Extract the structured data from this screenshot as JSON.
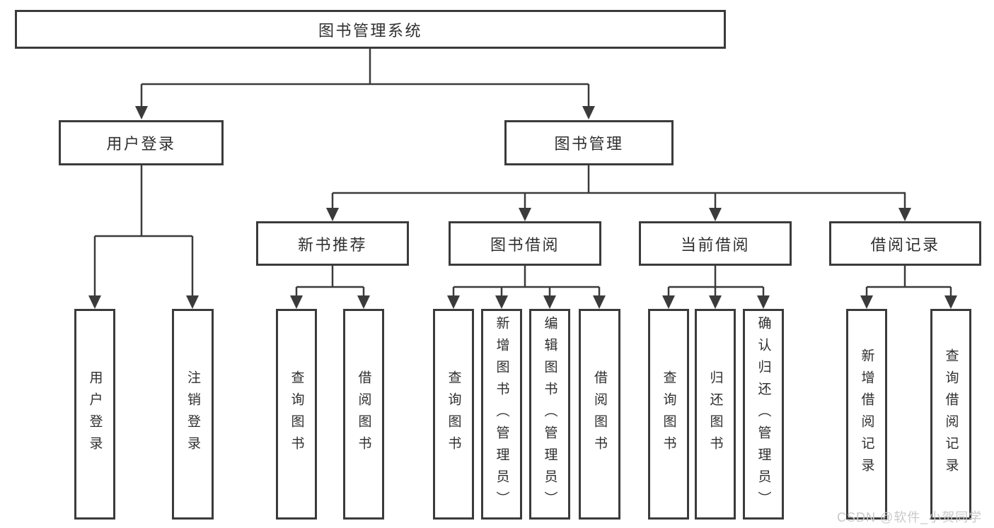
{
  "diagram": {
    "root": {
      "label": "图书管理系统"
    },
    "branches": [
      {
        "label": "用户登录",
        "children": [
          {
            "label": "用户登录"
          },
          {
            "label": "注销登录"
          }
        ]
      },
      {
        "label": "图书管理",
        "children": [
          {
            "label": "新书推荐",
            "children": [
              {
                "label": "查询图书"
              },
              {
                "label": "借阅图书"
              }
            ]
          },
          {
            "label": "图书借阅",
            "children": [
              {
                "label": "查询图书"
              },
              {
                "label": "新增图书（管理员）"
              },
              {
                "label": "编辑图书（管理员）"
              },
              {
                "label": "借阅图书"
              }
            ]
          },
          {
            "label": "当前借阅",
            "children": [
              {
                "label": "查询图书"
              },
              {
                "label": "归还图书"
              },
              {
                "label": "确认归还（管理员）"
              }
            ]
          },
          {
            "label": "借阅记录",
            "children": [
              {
                "label": "新增借阅记录"
              },
              {
                "label": "查询借阅记录"
              }
            ]
          }
        ]
      }
    ]
  },
  "watermark": {
    "text": "CSDN @软件_小贺同学"
  },
  "colors": {
    "line": "#3b3b3b",
    "box_border": "#3b3b3b",
    "text": "#2f2f2f",
    "watermark": "#c9c9c9",
    "background": "#ffffff"
  }
}
